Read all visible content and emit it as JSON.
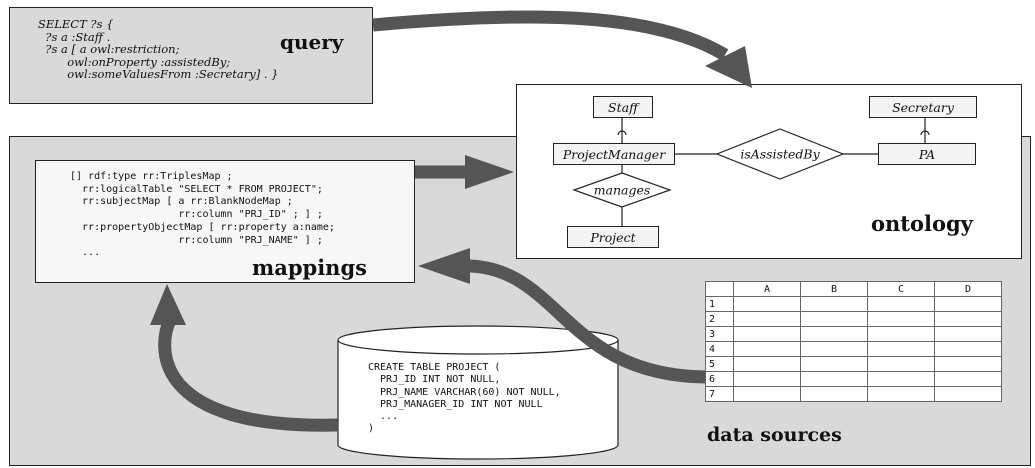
{
  "query": {
    "title": "query",
    "code": "SELECT ?s {\n  ?s a :Staff .\n  ?s a [ a owl:restriction;\n        owl:onProperty :assistedBy;\n        owl:someValuesFrom :Secretary] . }"
  },
  "ontology": {
    "title": "ontology",
    "entities": {
      "staff": "Staff",
      "project_manager": "ProjectManager",
      "project": "Project",
      "secretary": "Secretary",
      "pa": "PA"
    },
    "relations": {
      "manages": "manages",
      "is_assisted_by": "isAssistedBy"
    }
  },
  "mappings": {
    "title": "mappings",
    "code": "[] rdf:type rr:TriplesMap ;\n  rr:logicalTable \"SELECT * FROM PROJECT\";\n  rr:subjectMap [ a rr:BlankNodeMap ;\n                  rr:column \"PRJ_ID\" ; ] ;\n  rr:propertyObjectMap [ rr:property a:name;\n                  rr:column \"PRJ_NAME\" ] ;\n  ..."
  },
  "database": {
    "code": "CREATE TABLE PROJECT (\n  PRJ_ID INT NOT NULL,\n  PRJ_NAME VARCHAR(60) NOT NULL,\n  PRJ_MANAGER_ID INT NOT NULL\n  ...\n)"
  },
  "spreadsheet": {
    "columns": [
      "A",
      "B",
      "C",
      "D"
    ],
    "rows": [
      "1",
      "2",
      "3",
      "4",
      "5",
      "6",
      "7"
    ]
  },
  "data_sources": {
    "title": "data sources"
  },
  "colors": {
    "panel_gray": "#d9d9d9",
    "arrow_gray": "#555555"
  }
}
